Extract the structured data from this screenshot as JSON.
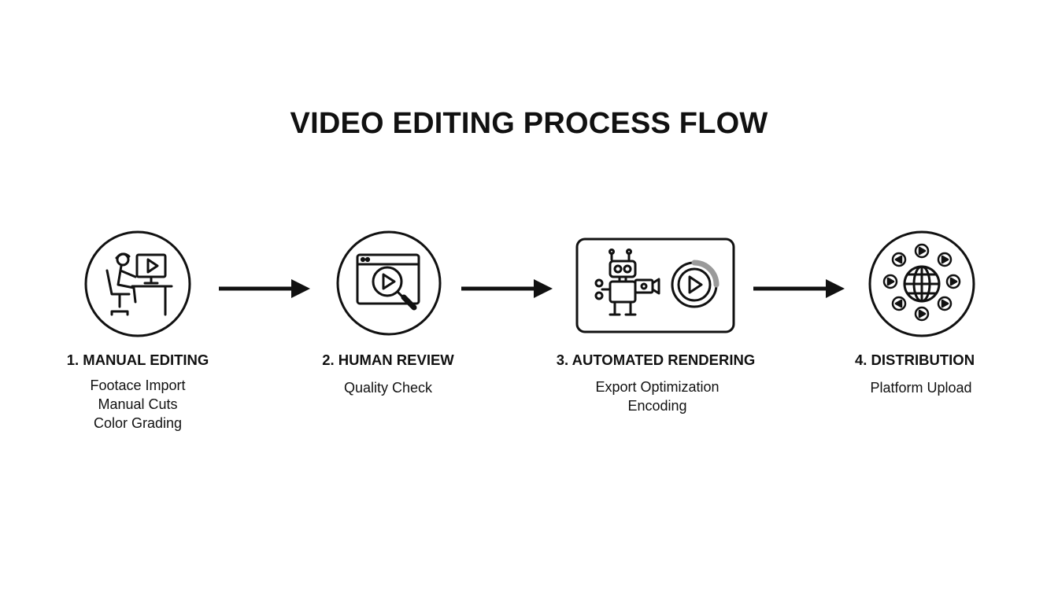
{
  "title": "VIDEO EDITING PROCESS FLOW",
  "colors": {
    "ink": "#111111",
    "background": "#ffffff",
    "accent_gray": "#9a9a9a"
  },
  "steps": [
    {
      "icon": "person-at-computer-icon",
      "title": "1. MANUAL EDITING",
      "lines": [
        "Footace Import",
        "Manual Cuts",
        "Color Grading"
      ]
    },
    {
      "icon": "magnifier-play-window-icon",
      "title": "2. HUMAN REVIEW",
      "lines": [
        "Quality Check"
      ]
    },
    {
      "icon": "robot-camera-render-icon",
      "title": "3. AUTOMATED RENDERING",
      "lines": [
        "Export Optimization",
        "Encoding"
      ]
    },
    {
      "icon": "globe-distribution-icon",
      "title": "4. DISTRIBUTION",
      "lines": [
        "Platform Upload"
      ]
    }
  ],
  "connector_icon": "right-arrow-icon"
}
